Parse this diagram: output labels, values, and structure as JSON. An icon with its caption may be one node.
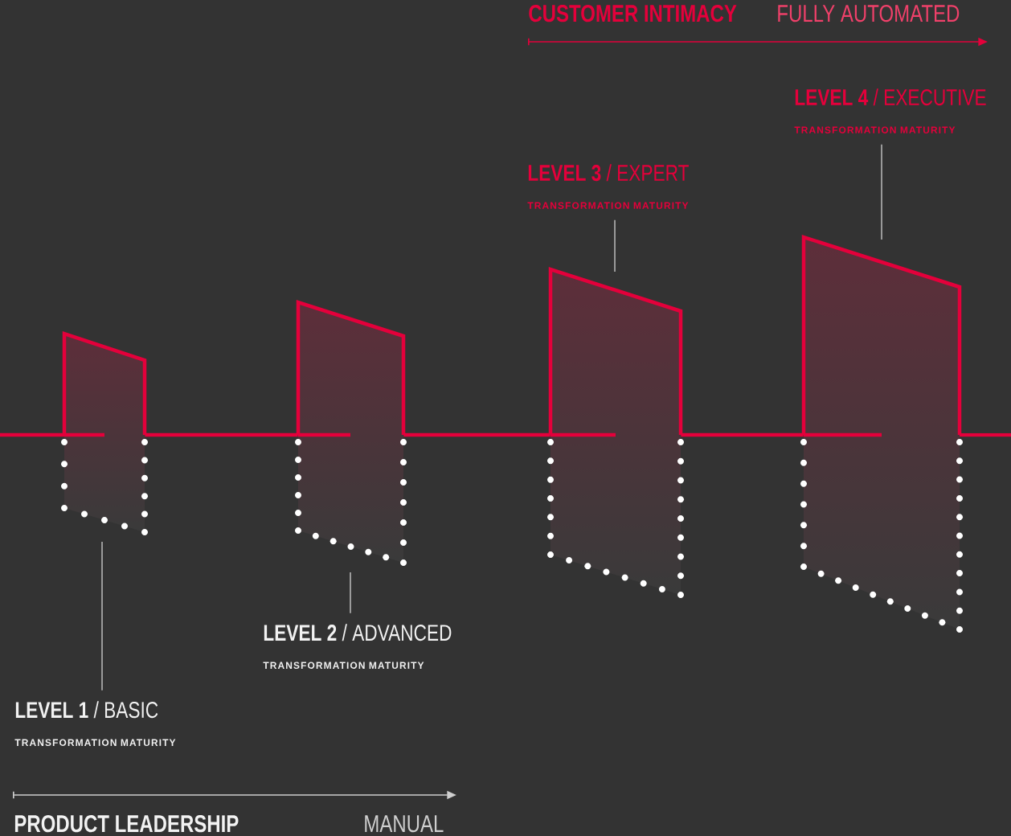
{
  "diagram": {
    "nodes": [
      {
        "text": [
          "**LEVEL 1** / BASIC",
          "TRANSFORMATION MATURITY"
        ]
      },
      {
        "text": [
          "**LEVEL 2** / ADVANCED",
          "TRANSFORMATION MATURITY"
        ]
      },
      {
        "text": [
          "**LEVEL 3** / EXPERT",
          "TRANSFORMATION MATURITY"
        ]
      },
      {
        "text": [
          "**LEVEL 4** / EXECUTIVE",
          "TRANSFORMATION MATURITY"
        ]
      },
      {
        "text": [],
        "shape": "bar"
      },
      {
        "text": [],
        "shape": "bar"
      },
      {
        "text": [],
        "shape": "bar"
      },
      {
        "text": [],
        "shape": "bar"
      }
    ],
    "edges": [
      {
        "from": 0,
        "to": 4,
        "arrow": "none"
      },
      {
        "from": 1,
        "to": 5,
        "arrow": "none"
      },
      {
        "from": 2,
        "to": 6,
        "arrow": "none"
      },
      {
        "from": 3,
        "to": 7,
        "arrow": "none"
      },
      {
        "from": 4,
        "to": 5,
        "arrow": "none",
        "style": "thick",
        "color": "#e4003b"
      },
      {
        "from": 5,
        "to": 6,
        "arrow": "none",
        "style": "thick",
        "color": "#e4003b"
      },
      {
        "from": 6,
        "to": 7,
        "arrow": "none",
        "style": "thick",
        "color": "#e4003b"
      }
    ],
    "labels": [
      "CUSTOMER INTIMACY",
      "FULLY AUTOMATED",
      "PRODUCT LEADERSHIP",
      "MANUAL"
    ]
  }
}
